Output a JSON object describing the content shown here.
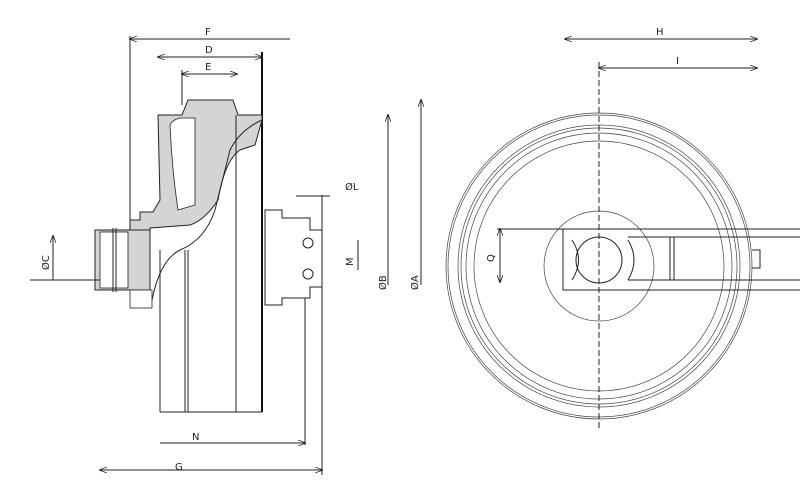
{
  "drawing": {
    "side_view_labels": {
      "F": "F",
      "D": "D",
      "E": "E",
      "L": "ØL",
      "M": "M",
      "B": "ØB",
      "A": "ØA",
      "C": "ØC",
      "N": "N",
      "G": "G"
    },
    "front_view_labels": {
      "H": "H",
      "I": "I",
      "Q": "Q"
    },
    "colors": {
      "line": "#222222",
      "section_fill": "#d4d4d4"
    }
  }
}
